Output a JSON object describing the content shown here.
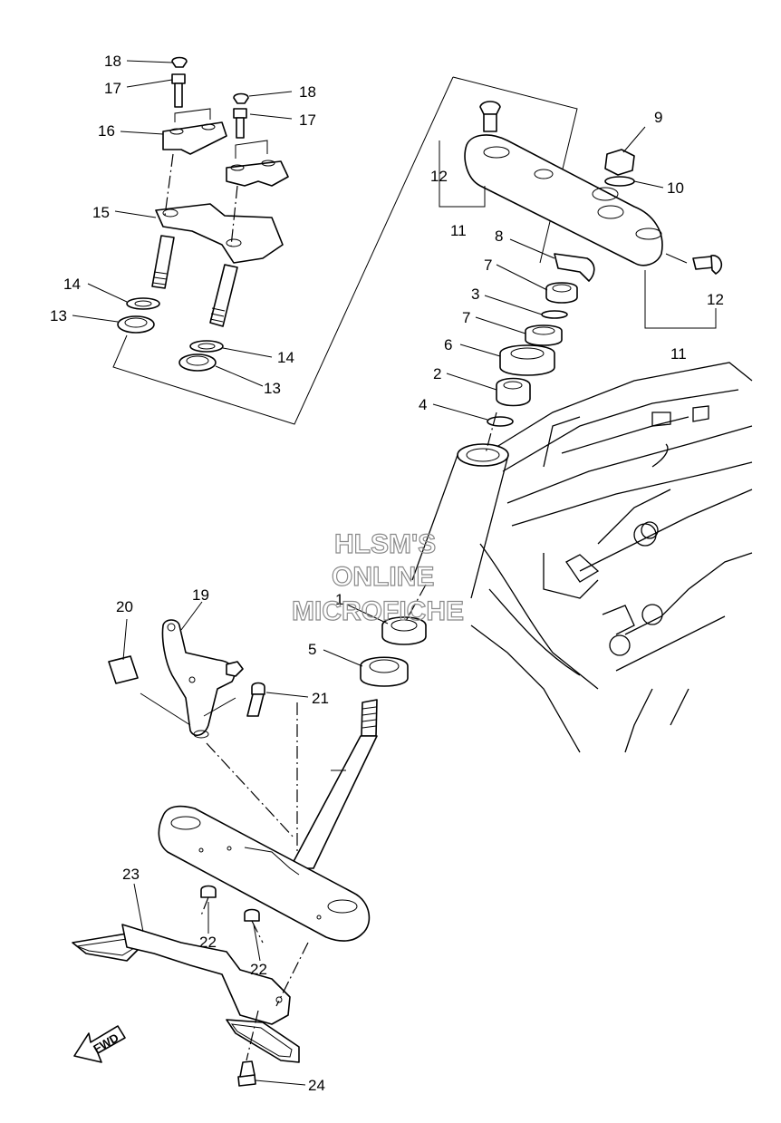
{
  "diagram": {
    "watermark": [
      "HLSM'S",
      "ONLINE",
      "MICROFICHE"
    ],
    "forward_arrow_label": "FWD",
    "callouts": {
      "c1": "1",
      "c2": "2",
      "c3": "3",
      "c4": "4",
      "c5": "5",
      "c6": "6",
      "c7a": "7",
      "c7b": "7",
      "c8": "8",
      "c9": "9",
      "c10": "10",
      "c11a": "11",
      "c11b": "11",
      "c12a": "12",
      "c12b": "12",
      "c13a": "13",
      "c13b": "13",
      "c14a": "14",
      "c14b": "14",
      "c15": "15",
      "c16": "16",
      "c17a": "17",
      "c17b": "17",
      "c18a": "18",
      "c18b": "18",
      "c19": "19",
      "c20": "20",
      "c21": "21",
      "c22a": "22",
      "c22b": "22",
      "c23": "23",
      "c24": "24"
    }
  }
}
